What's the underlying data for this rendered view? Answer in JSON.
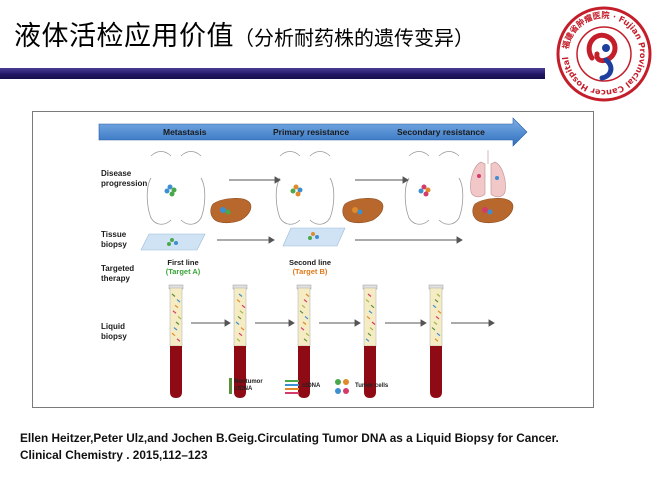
{
  "slide": {
    "title_main": "液体活检应用价值",
    "title_sub": "（分析耐药株的遗传变异）"
  },
  "diagram": {
    "phases": [
      "Metastasis",
      "Primary resistance",
      "Secondary resistance"
    ],
    "row_labels": {
      "disease_1": "Disease",
      "disease_2": "progression",
      "tissue_1": "Tissue",
      "tissue_2": "biopsy",
      "targeted_1": "Targeted",
      "targeted_2": "therapy",
      "liquid_1": "Liquid",
      "liquid_2": "biopsy"
    },
    "therapy_lines": [
      {
        "line": "First line",
        "target": "(Target A)",
        "target_color": "#3aa33a"
      },
      {
        "line": "Second line",
        "target": "(Target B)",
        "target_color": "#e07a1c"
      }
    ],
    "legend": {
      "nontumor_1": "Nontumor",
      "nontumor_2": "cfDNA",
      "ctdna": "ctDNA",
      "tumor_cells": "Tumor cells"
    },
    "colors": {
      "arrow_band": "#2e6fbf",
      "blood": "#8e0a14",
      "plasma": "#f5ecc4",
      "liver": "#b8682c"
    }
  },
  "reference": {
    "line1": "Ellen Heitzer,Peter Ulz,and Jochen B.Geig.Circulating Tumor DNA as a Liquid Biopsy for Cancer.",
    "line2": "Clinical Chemistry . 2015,112–123"
  },
  "logo": {
    "ring_text": "福建省肿瘤医院 · Fujian Provincial Cancer Hospital"
  }
}
